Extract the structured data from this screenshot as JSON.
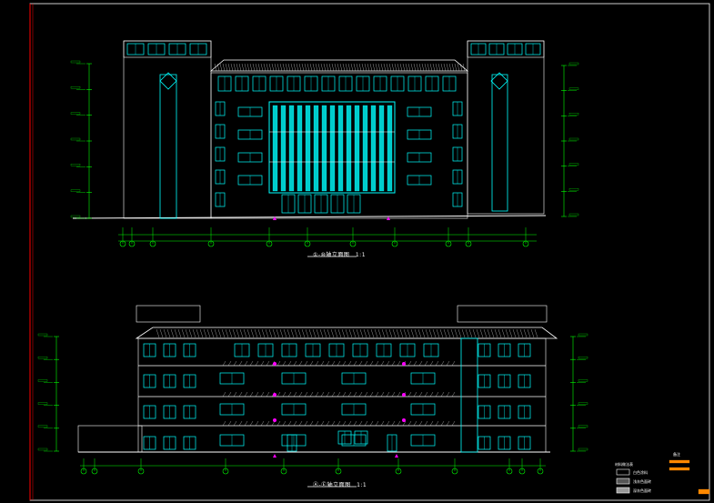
{
  "drawing": {
    "colors": {
      "background": "#000000",
      "wall": "#ffffff",
      "window": "#00ffff",
      "dimension": "#00ff00",
      "border": "#ffffff",
      "left_rule": "#ff0000",
      "marker": "#ff00ff",
      "accent": "#ff8800"
    },
    "upper_elevation": {
      "title": "①-⑩轴立面图",
      "scale": "1:1"
    },
    "lower_elevation": {
      "title": "Ⓐ-Ⓔ轴立面图",
      "scale": "1:1"
    },
    "legend": {
      "heading": "材料做法表",
      "items": [
        {
          "label": "白色涂料"
        },
        {
          "label": "浅灰色面砖"
        },
        {
          "label": "深灰色面砖"
        }
      ]
    },
    "notes": {
      "heading": "备注"
    }
  }
}
